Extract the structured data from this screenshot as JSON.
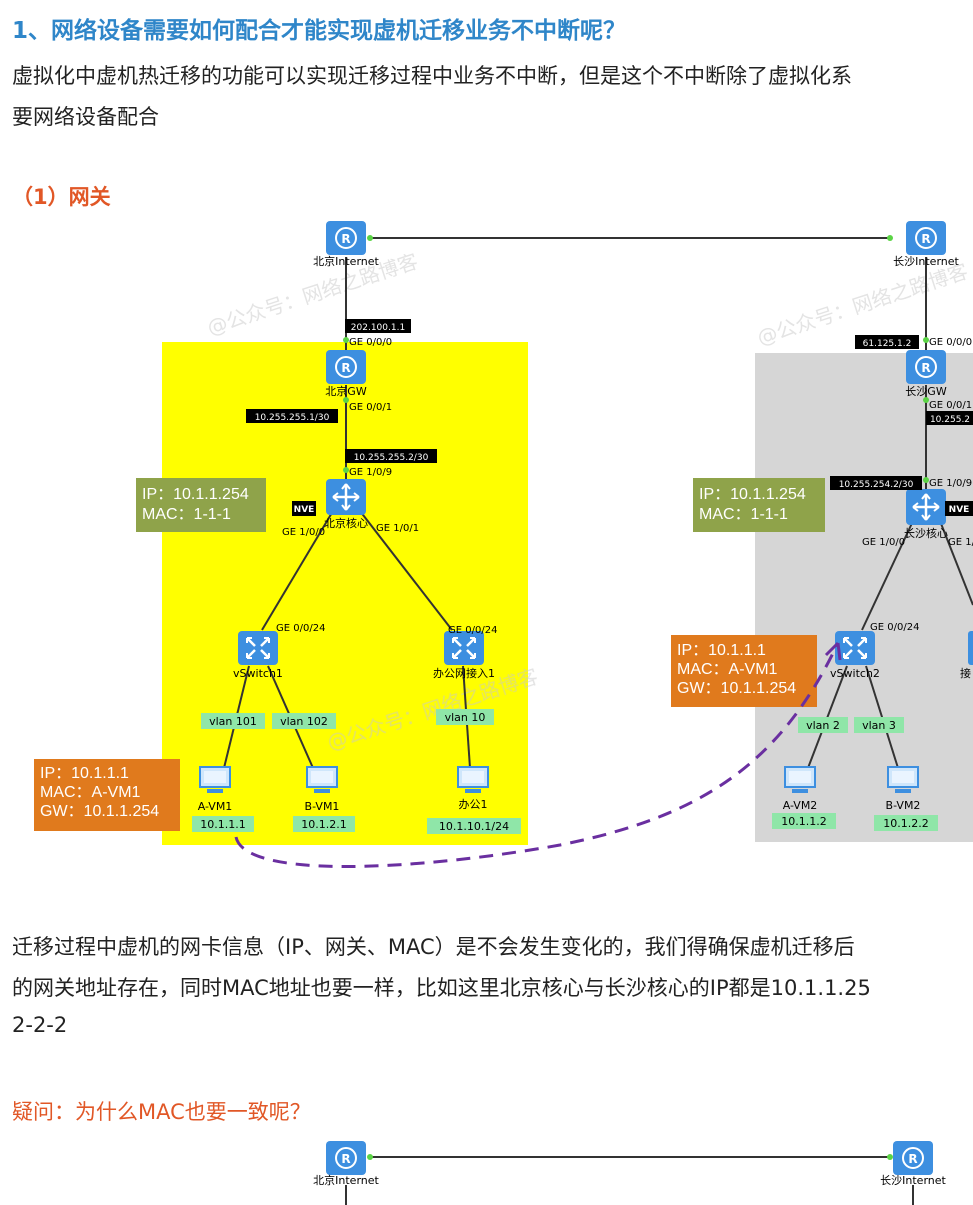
{
  "heading": "1、网络设备需要如何配合才能实现虚机迁移业务不中断呢？",
  "intro_line1": "虚拟化中虚机热迁移的功能可以实现迁移过程中业务不中断，但是这个不中断除了虚拟化系",
  "intro_line2": "要网络设备配合",
  "subheading": "（1）网关",
  "body_line1": "迁移过程中虚机的网卡信息（IP、网关、MAC）是不会发生变化的，我们得确保虚机迁移后",
  "body_line2": "的网关地址存在，同时MAC地址也要一样，比如这里北京核心与长沙核心的IP都是10.1.1.25",
  "body_line3": "2-2-2",
  "question": "疑问：为什么MAC也要一致呢？",
  "colors": {
    "heading": "#2f86c9",
    "accent": "#e15726",
    "beijing_zone": "#ffff00",
    "changsha_zone": "#d6d6d6",
    "green_box": "#8fa34a",
    "orange_box": "#e07a1d",
    "dashed_path": "#6a2fa0"
  },
  "diagram": {
    "watermark": "@公众号：网络之路博客",
    "beijing": {
      "internet": "北京Internet",
      "gw": "北京GW",
      "core": "北京核心",
      "nve": "NVE",
      "vswitch": "vSwitch1",
      "office_access": "办公网接入1",
      "ip_internet_gw": "202.100.1.1",
      "port_gw_up": "GE 0/0/0",
      "ip_gw_down": "10.255.255.1/30",
      "port_gw_down": "GE 0/0/1",
      "ip_core_up": "10.255.255.2/30",
      "port_core_up": "GE 1/0/9",
      "port_core_left": "GE 1/0/0",
      "port_core_right": "GE 1/0/1",
      "port_vswitch": "GE 0/0/24",
      "port_office": "GE 0/0/24",
      "vlan_a": "vlan 101",
      "vlan_b": "vlan 102",
      "vlan_office": "vlan 10",
      "pc_a": "A-VM1",
      "pc_b": "B-VM1",
      "pc_office": "办公1",
      "ip_pc_a": "10.1.1.1",
      "ip_pc_b": "10.1.2.1",
      "ip_pc_office": "10.1.10.1/24",
      "gw_box_line1": "IP：10.1.1.254",
      "gw_box_line2": "MAC：1-1-1",
      "vm_box_line1": "IP：10.1.1.1",
      "vm_box_line2": "MAC：A-VM1",
      "vm_box_line3": "GW：10.1.1.254"
    },
    "changsha": {
      "internet": "长沙Internet",
      "gw": "长沙GW",
      "core": "长沙核心",
      "nve": "NVE",
      "vswitch": "vSwitch2",
      "access_partial": "接",
      "ip_internet_gw": "61.125.1.2",
      "port_gw_up": "GE 0/0/0",
      "ip_gw_down": "10.255.2",
      "port_gw_down": "GE 0/0/1",
      "ip_core_up": "10.255.254.2/30",
      "port_core_up": "GE 1/0/9",
      "port_core_left": "GE 1/0/0",
      "port_core_right": "GE 1/",
      "port_vswitch": "GE 0/0/24",
      "vlan_a": "vlan 2",
      "vlan_b": "vlan 3",
      "pc_a": "A-VM2",
      "pc_b": "B-VM2",
      "ip_pc_a": "10.1.1.2",
      "ip_pc_b": "10.1.2.2",
      "gw_box_line1": "IP：10.1.1.254",
      "gw_box_line2": "MAC：1-1-1",
      "vm_box_line1": "IP：10.1.1.1",
      "vm_box_line2": "MAC：A-VM1",
      "vm_box_line3": "GW：10.1.1.254"
    },
    "second": {
      "internet_left": "北京Internet",
      "internet_right": "长沙Internet"
    }
  }
}
